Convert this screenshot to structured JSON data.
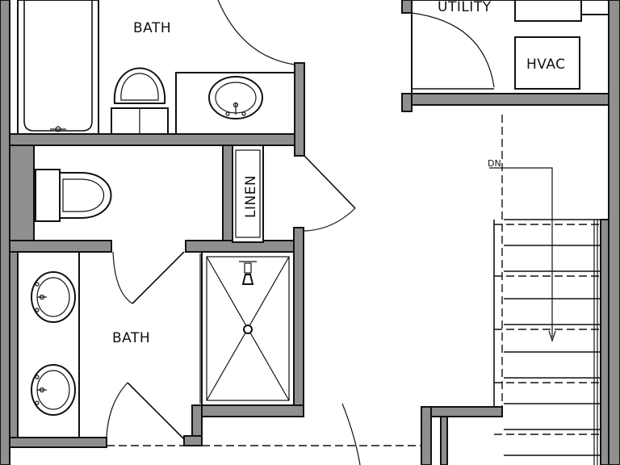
{
  "rooms": {
    "bath_top": "BATH",
    "bath_lower": "BATH",
    "utility": "UTILITY",
    "hvac": "HVAC",
    "linen": "LINEN"
  },
  "stairs": {
    "direction_label": "DN"
  }
}
